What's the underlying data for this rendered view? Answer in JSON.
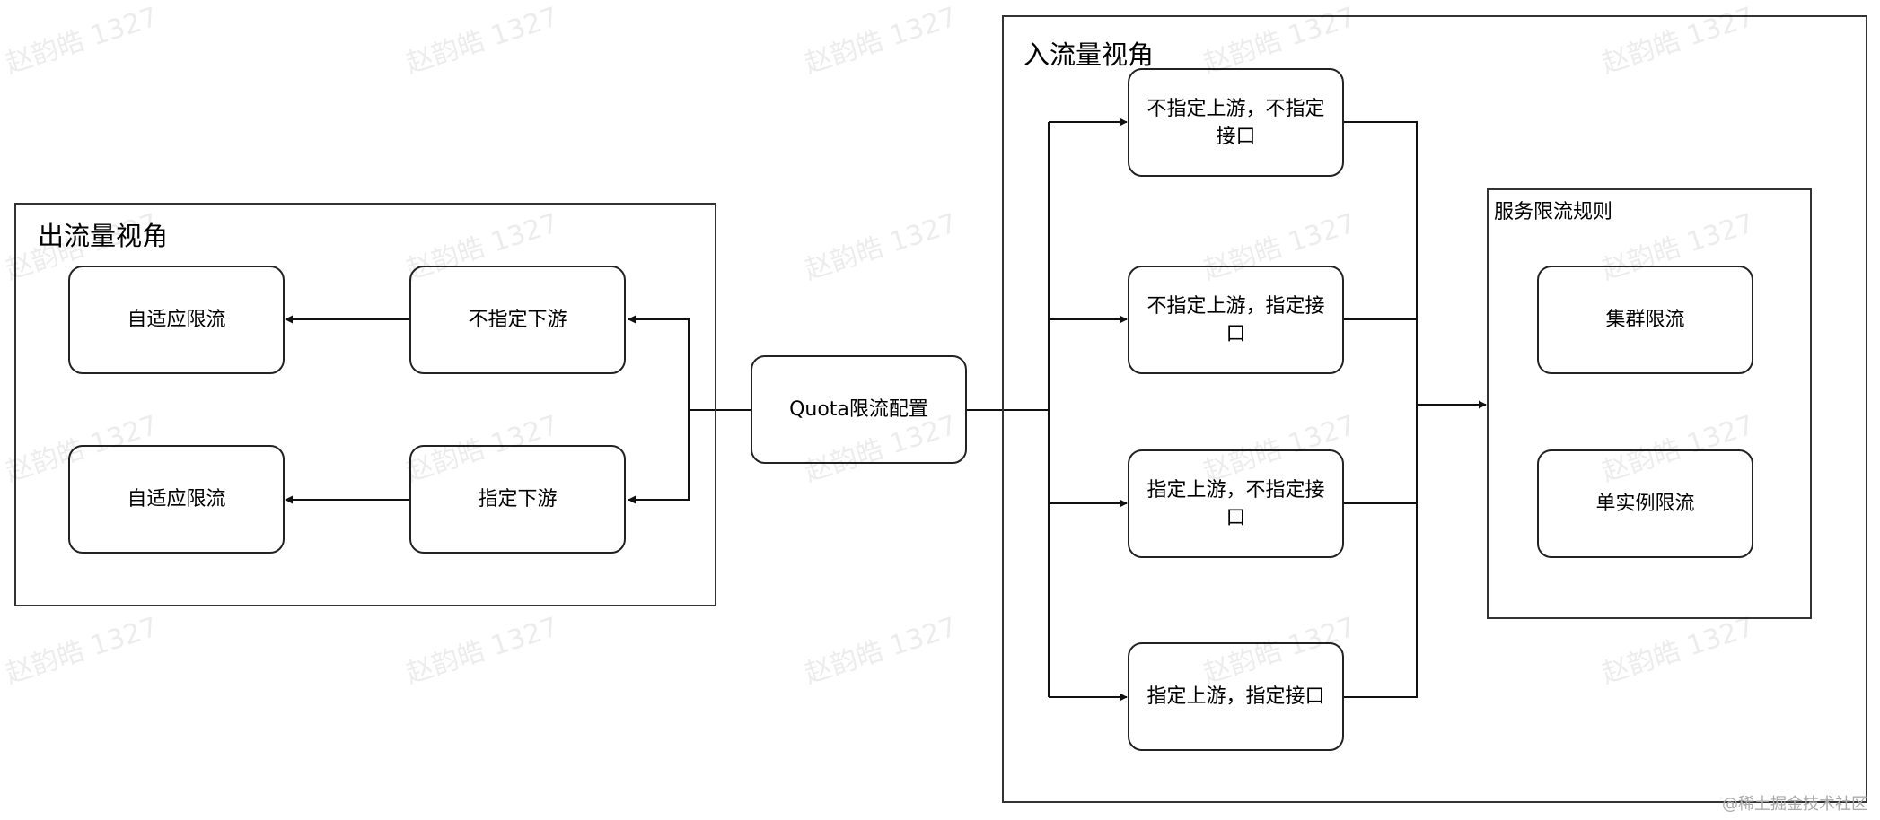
{
  "groups": {
    "outbound_title": "出流量视角",
    "inbound_title": "入流量视角",
    "service_title": "服务限流规则"
  },
  "nodes": {
    "quota": "Quota限流配置",
    "out_unspecified_downstream": "不指定下游",
    "out_specified_downstream": "指定下游",
    "out_adaptive_1": "自适应限流",
    "out_adaptive_2": "自适应限流",
    "in_1": "不指定上游，不指定接口",
    "in_2": "不指定上游，指定接口",
    "in_3": "指定上游，不指定接口",
    "in_4": "指定上游，指定接口",
    "cluster_limit": "集群限流",
    "single_instance_limit": "单实例限流"
  },
  "watermark": "赵韵皓 1327",
  "credit": "@稀土掘金技术社区",
  "colors": {
    "stroke": "#222222",
    "background": "#ffffff"
  }
}
